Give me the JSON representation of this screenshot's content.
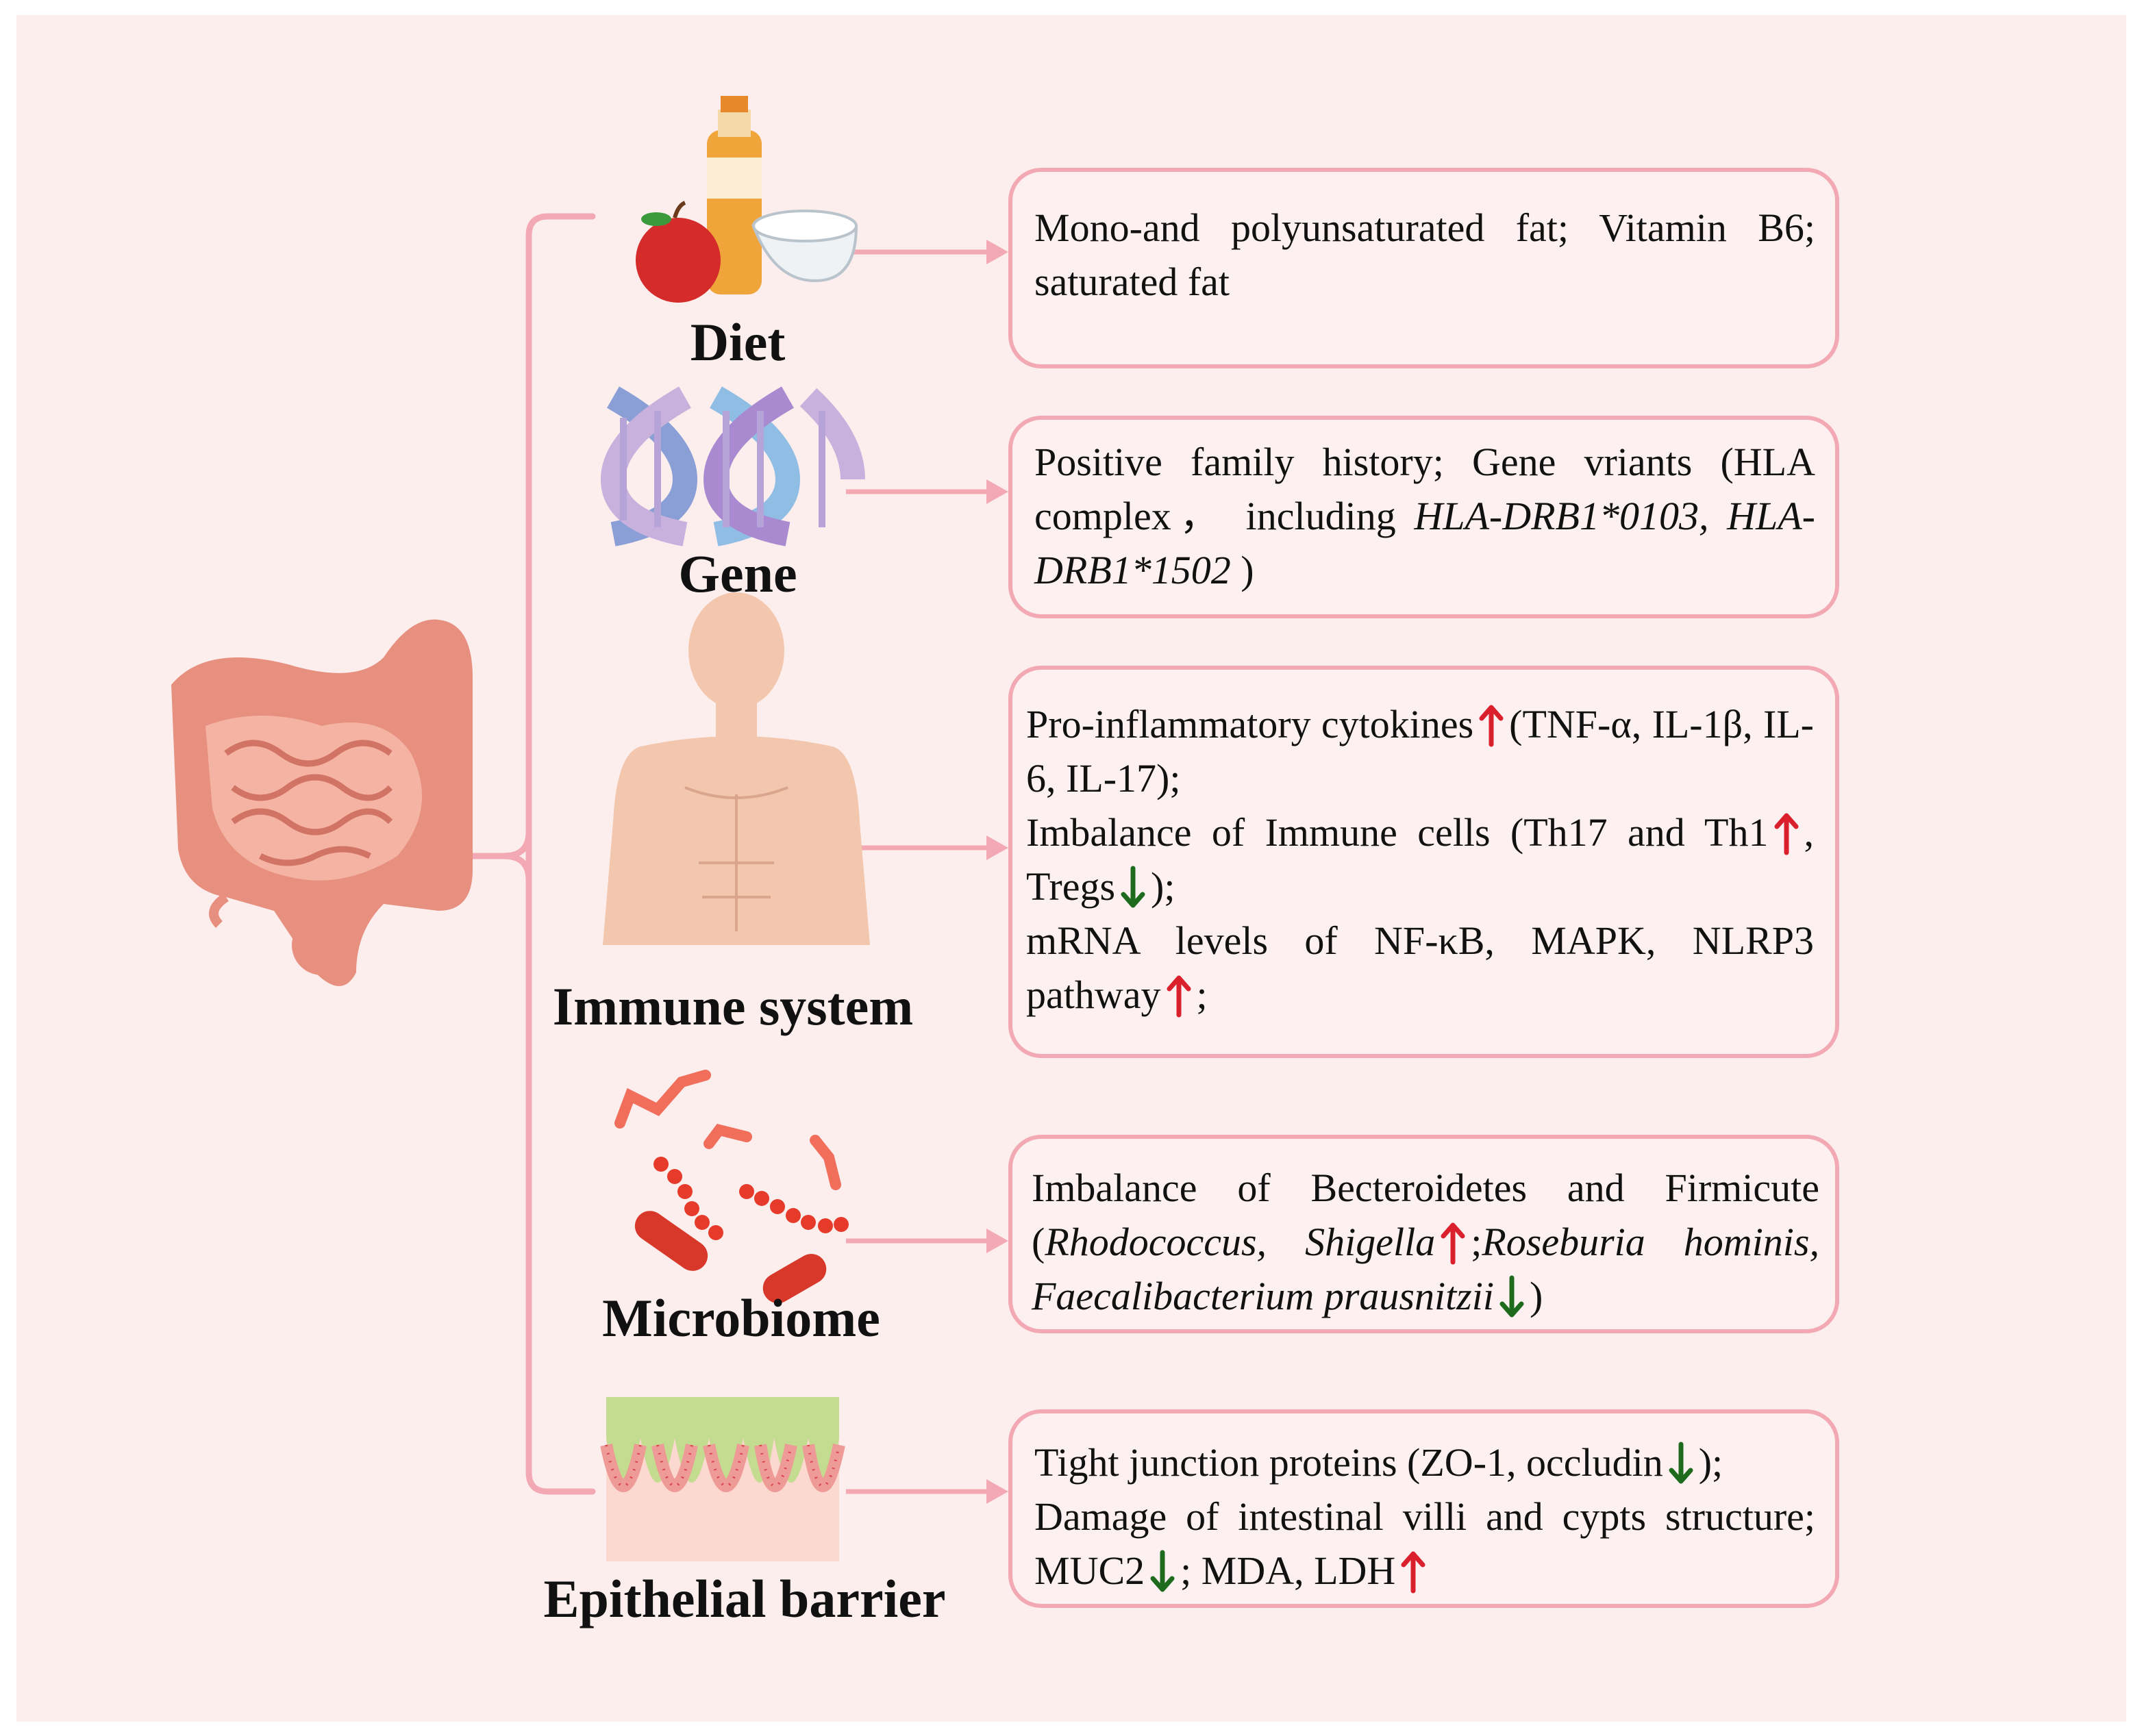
{
  "factors": [
    {
      "id": "diet",
      "label": "Diet",
      "icon": "food-icon",
      "text": [
        {
          "t": "Mono-and polyunsaturated fat; Vitamin B6; saturated fat"
        }
      ]
    },
    {
      "id": "gene",
      "label": "Gene",
      "icon": "dna-icon",
      "text": [
        {
          "t": "Positive family history; Gene vriants (HLA complex， including "
        },
        {
          "t": "HLA-DRB1*0103, HLA-DRB1*1502",
          "italic": true
        },
        {
          "t": " )"
        }
      ]
    },
    {
      "id": "immune",
      "label": "Immune system",
      "icon": "human-body-icon",
      "text": [
        {
          "t": "Pro-inflammatory cytokines"
        },
        {
          "arrow": "up"
        },
        {
          "t": "(TNF-α, IL-1β, IL-6, IL-17);"
        },
        {
          "br": true
        },
        {
          "t": "Imbalance of Immune cells (Th17 and Th1"
        },
        {
          "arrow": "up"
        },
        {
          "t": ", Tregs"
        },
        {
          "arrow": "down"
        },
        {
          "t": ");"
        },
        {
          "br": true
        },
        {
          "t": " mRNA levels of NF-κB,  MAPK, NLRP3 pathway"
        },
        {
          "arrow": "up"
        },
        {
          "t": ";"
        }
      ]
    },
    {
      "id": "microbiome",
      "label": "Microbiome",
      "icon": "bacteria-icon",
      "text": [
        {
          "t": "Imbalance of Becteroidetes and Firmicute ("
        },
        {
          "t": "Rhodococcus, Shigella",
          "italic": true
        },
        {
          "arrow": "up"
        },
        {
          "t": ";"
        },
        {
          "t": "Roseburia hominis, Faecalibacterium prausnitzii",
          "italic": true
        },
        {
          "arrow": "down"
        },
        {
          "t": ")"
        }
      ]
    },
    {
      "id": "epithelial",
      "label": "Epithelial barrier",
      "icon": "villi-icon",
      "text": [
        {
          "t": "Tight junction proteins (ZO-1, occludin"
        },
        {
          "arrow": "down"
        },
        {
          "t": ");"
        },
        {
          "br": true
        },
        {
          "t": "Damage of intestinal villi and cypts structure; MUC2"
        },
        {
          "arrow": "down"
        },
        {
          "t": "; MDA, LDH"
        },
        {
          "arrow": "up"
        }
      ]
    }
  ],
  "colors": {
    "panel": "#fdeeee",
    "line": "#f3a9b3",
    "up": "#d9202c",
    "down": "#1e6b1e"
  },
  "intestine_icon": "intestine-icon"
}
